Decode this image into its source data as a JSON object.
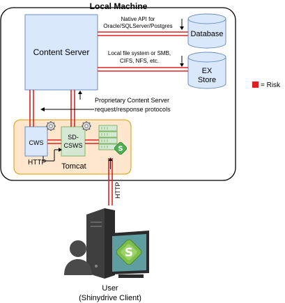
{
  "container": {
    "title": "Local Machine"
  },
  "nodes": {
    "content_server": "Content Server",
    "database": "Database",
    "ex_store_line1": "EX",
    "ex_store_line2": "Store",
    "tomcat": "Tomcat",
    "cws": "CWS",
    "sd_csws_line1": "SD-",
    "sd_csws_line2": "CSWS",
    "user_line1": "User",
    "user_line2": "(Shinydrive Client)"
  },
  "edges": {
    "native_api_line1": "Native API for",
    "native_api_line2": "Oracle/SQLServer/Postgres",
    "local_fs_line1": "Local file system or SMB,",
    "local_fs_line2": "CIFS, NFS, etc.",
    "proprietary_line1": "Proprietary Content Server",
    "proprietary_line2": "request/response protocols",
    "http_left": "HTTP",
    "http_vertical": "HTTP"
  },
  "legend": {
    "label": "= Risk"
  },
  "colors": {
    "risk": "#e02020",
    "content_server_fill": "#dae8fc",
    "content_server_stroke": "#6c8ebf",
    "tomcat_fill": "#ffe6cc",
    "tomcat_stroke": "#d79b00",
    "component_fill": "#dae8fc",
    "sd_csws_fill": "#d5e8d4",
    "datastore_fill": "#dae8fc",
    "container_stroke": "#000000"
  },
  "icons": [
    "gear-icon",
    "gear-icon",
    "server-rack-icon",
    "shinydrive-logo-icon",
    "user-icon",
    "desktop-computer-icon",
    "monitor-icon"
  ]
}
